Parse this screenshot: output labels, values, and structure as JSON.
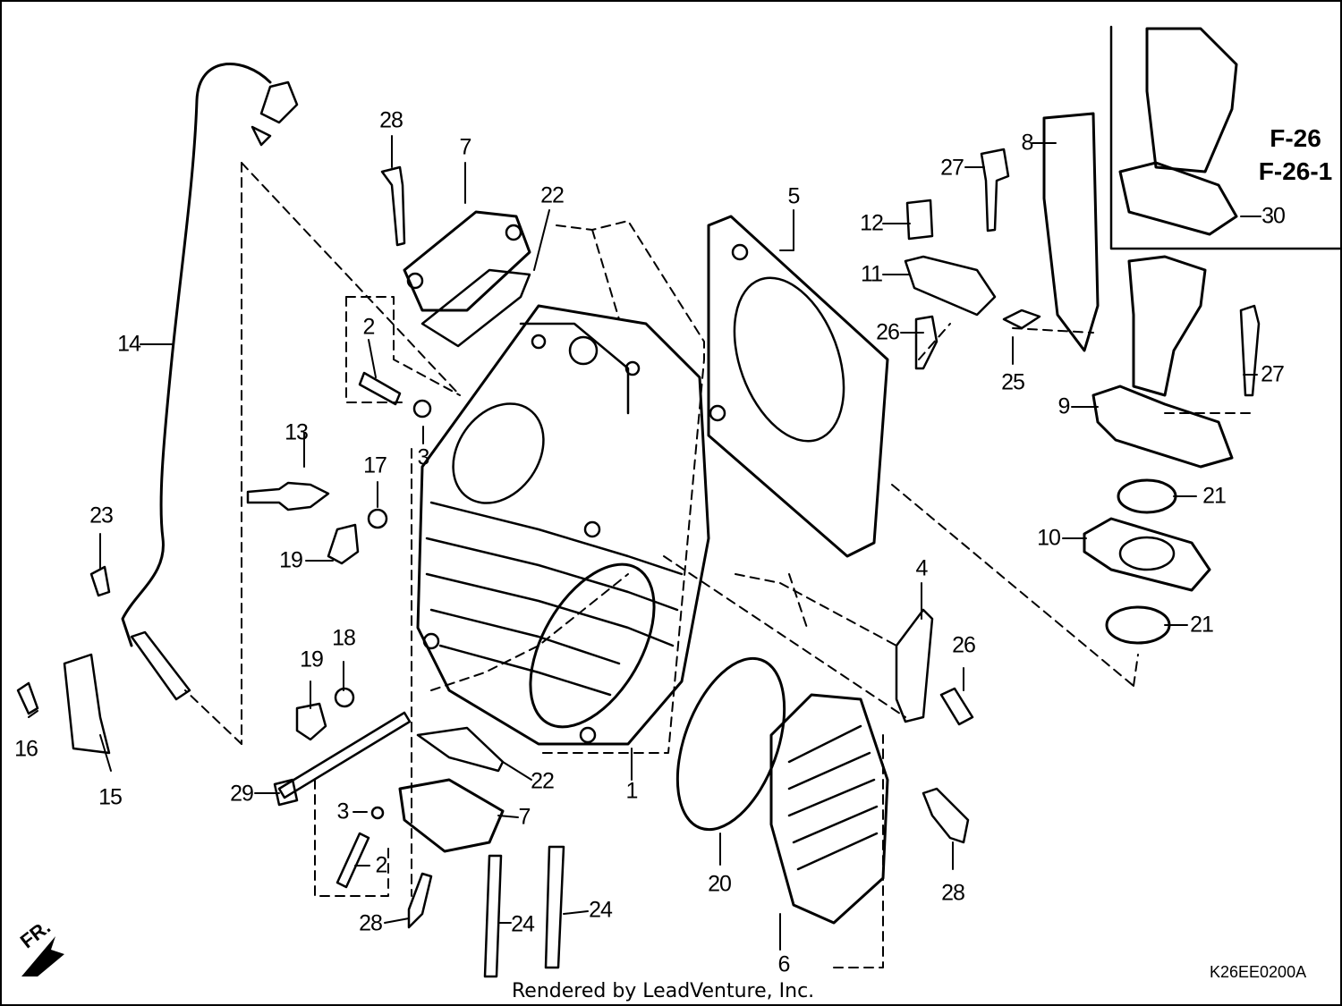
{
  "diagram": {
    "callouts": [
      {
        "id": "c1",
        "text": "1"
      },
      {
        "id": "c2a",
        "text": "2"
      },
      {
        "id": "c2b",
        "text": "2"
      },
      {
        "id": "c3a",
        "text": "3"
      },
      {
        "id": "c3b",
        "text": "3"
      },
      {
        "id": "c4",
        "text": "4"
      },
      {
        "id": "c5",
        "text": "5"
      },
      {
        "id": "c6",
        "text": "6"
      },
      {
        "id": "c7a",
        "text": "7"
      },
      {
        "id": "c7b",
        "text": "7"
      },
      {
        "id": "c8",
        "text": "8"
      },
      {
        "id": "c9",
        "text": "9"
      },
      {
        "id": "c10",
        "text": "10"
      },
      {
        "id": "c11",
        "text": "11"
      },
      {
        "id": "c12",
        "text": "12"
      },
      {
        "id": "c13",
        "text": "13"
      },
      {
        "id": "c14",
        "text": "14"
      },
      {
        "id": "c15",
        "text": "15"
      },
      {
        "id": "c16",
        "text": "16"
      },
      {
        "id": "c17",
        "text": "17"
      },
      {
        "id": "c18",
        "text": "18"
      },
      {
        "id": "c19a",
        "text": "19"
      },
      {
        "id": "c19b",
        "text": "19"
      },
      {
        "id": "c20",
        "text": "20"
      },
      {
        "id": "c21a",
        "text": "21"
      },
      {
        "id": "c21b",
        "text": "21"
      },
      {
        "id": "c22a",
        "text": "22"
      },
      {
        "id": "c22b",
        "text": "22"
      },
      {
        "id": "c23",
        "text": "23"
      },
      {
        "id": "c24a",
        "text": "24"
      },
      {
        "id": "c24b",
        "text": "24"
      },
      {
        "id": "c25",
        "text": "25"
      },
      {
        "id": "c26a",
        "text": "26"
      },
      {
        "id": "c26b",
        "text": "26"
      },
      {
        "id": "c27a",
        "text": "27"
      },
      {
        "id": "c27b",
        "text": "27"
      },
      {
        "id": "c28a",
        "text": "28"
      },
      {
        "id": "c28b",
        "text": "28"
      },
      {
        "id": "c28c",
        "text": "28"
      },
      {
        "id": "c29",
        "text": "29"
      },
      {
        "id": "c30",
        "text": "30"
      }
    ],
    "references": [
      "F-26",
      "F-26-1"
    ],
    "front_marker": "FR.",
    "diagram_code": "K26EE0200A",
    "footer": "Rendered by LeadVenture, Inc."
  }
}
